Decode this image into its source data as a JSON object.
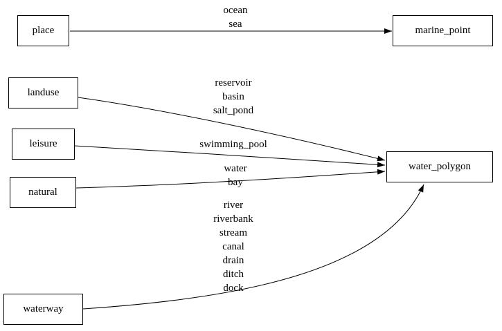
{
  "diagram": {
    "title": "",
    "nodes": {
      "place": {
        "label": "place"
      },
      "marine_point": {
        "label": "marine_point"
      },
      "landuse": {
        "label": "landuse"
      },
      "leisure": {
        "label": "leisure"
      },
      "natural": {
        "label": "natural"
      },
      "waterway": {
        "label": "waterway"
      },
      "water_polygon": {
        "label": "water_polygon"
      }
    },
    "edges": [
      {
        "from": "place",
        "to": "marine_point",
        "label": "ocean\nsea"
      },
      {
        "from": "landuse",
        "to": "water_polygon",
        "label": "reservoir\nbasin\nsalt_pond"
      },
      {
        "from": "leisure",
        "to": "water_polygon",
        "label": "swimming_pool"
      },
      {
        "from": "natural",
        "to": "water_polygon",
        "label": "water\nbay"
      },
      {
        "from": "waterway",
        "to": "water_polygon",
        "label": "river\nriverbank\nstream\ncanal\ndrain\nditch\ndock"
      }
    ],
    "colors": {
      "node_border": "#000000",
      "edge_stroke": "#000000",
      "background": "#ffffff",
      "text": "#000000"
    }
  }
}
